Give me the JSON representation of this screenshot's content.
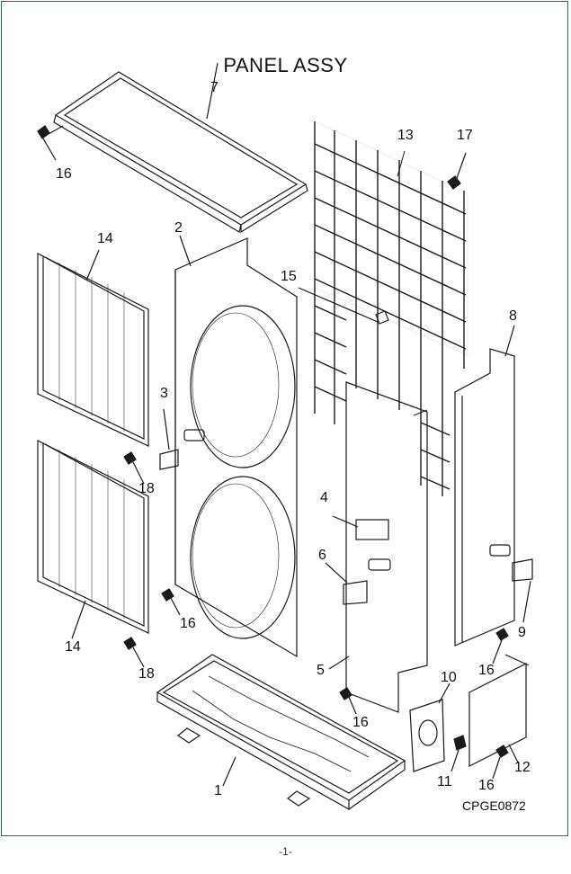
{
  "title": "PANEL ASSY",
  "drawing_code": "CPGE0872",
  "page_number": "-1-",
  "colors": {
    "frame": "#2a5da8",
    "ink": "#1a1a1a"
  },
  "callouts": {
    "c1": "1",
    "c2": "2",
    "c3": "3",
    "c4": "4",
    "c5": "5",
    "c6": "6",
    "c7": "7",
    "c8": "8",
    "c9": "9",
    "c10": "10",
    "c11": "11",
    "c12": "12",
    "c13": "13",
    "c14a": "14",
    "c14b": "14",
    "c15": "15",
    "c16a": "16",
    "c16b": "16",
    "c16c": "16",
    "c16d": "16",
    "c16e": "16",
    "c17": "17",
    "c18a": "18",
    "c18b": "18"
  }
}
